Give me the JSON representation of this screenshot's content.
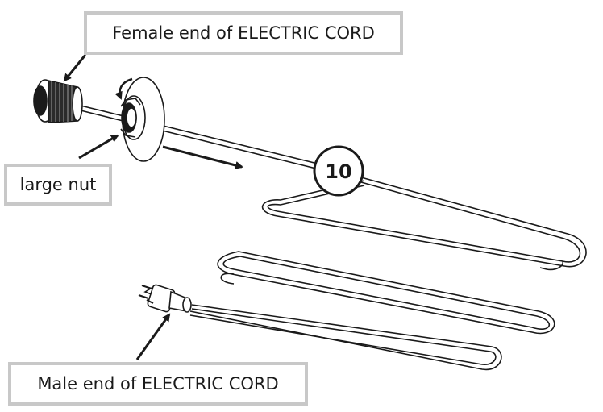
{
  "labels": {
    "female_end": "Female end of ELECTRIC CORD",
    "large_nut": "large nut",
    "male_end": "Male end of ELECTRIC CORD"
  },
  "step_number": "10",
  "colors": {
    "line": "#1a1a1a",
    "callout_border": "#c8c8c8",
    "background": "#ffffff"
  }
}
